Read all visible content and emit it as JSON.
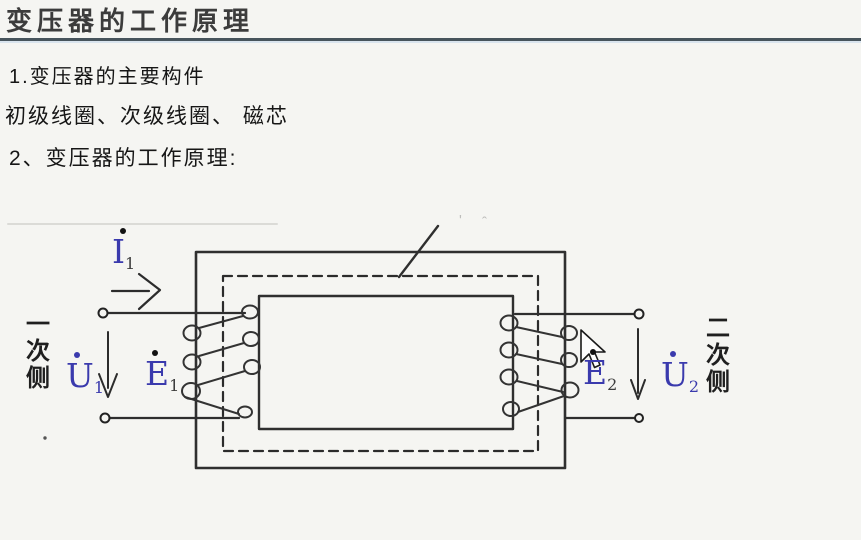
{
  "title": "变压器的工作原理",
  "body": {
    "line1": "1.变压器的主要构件",
    "line2": "初级线圈、次级线圈、 磁芯",
    "line3": "2、变压器的工作原理:"
  },
  "diagram": {
    "left_side_label": {
      "chars": [
        "一",
        "次",
        "侧"
      ]
    },
    "right_side_label": {
      "chars": [
        "二",
        "次",
        "侧"
      ]
    },
    "labels": {
      "i1": {
        "letter": "I",
        "sub": "1",
        "dot_color": "black"
      },
      "u1": {
        "letter": "U",
        "sub": "1",
        "dot_color": "blue"
      },
      "e1": {
        "letter": "E",
        "sub": "1",
        "dot_color": "black"
      },
      "e2": {
        "letter": "E",
        "sub": "2",
        "dot_color": "black"
      },
      "u2": {
        "letter": "U",
        "sub": "2",
        "dot_color": "blue"
      }
    },
    "faint_marks": [
      "'",
      "ˆ"
    ],
    "cursor": "arrow-pointer"
  },
  "colors": {
    "accent_blue": "#3a3aad",
    "ink": "#2e2e2e",
    "rule_dark": "#47545c",
    "rule_light": "#d9e4ee",
    "background": "#f5f5f2"
  }
}
